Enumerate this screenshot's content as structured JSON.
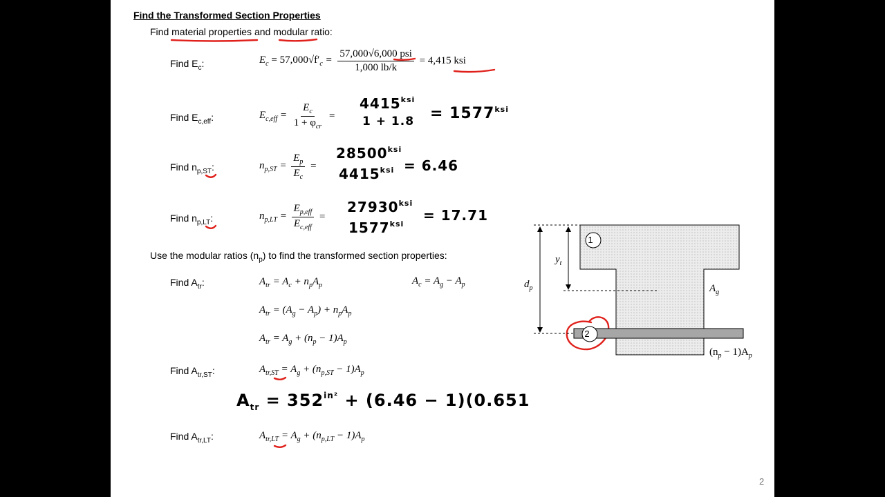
{
  "slide": {
    "title": "Find the Transformed Section Properties",
    "intro": "Find material properties and modular ratio:",
    "use_text": "Use the modular ratios (n",
    "use_text_sub": "p",
    "use_text_end": ") to find the transformed section properties:",
    "page_number": "2"
  },
  "labels": {
    "ec": "Find E",
    "ec_sub": "c",
    "eceff": "Find E",
    "eceff_sub": "c,eff",
    "npst": "Find n",
    "npst_sub": "p,ST",
    "nplt": "Find n",
    "nplt_sub": "p,LT",
    "atr": "Find A",
    "atr_sub": "tr",
    "atrst": "Find A",
    "atrst_sub": "tr,ST",
    "atrlt": "Find A",
    "atrlt_sub": "tr,LT"
  },
  "equations": {
    "ec_left": "E",
    "ec_mid": "= 57,000√f′",
    "ec_num": "57,000√6,000 psi",
    "ec_den": "1,000 lb/k",
    "ec_result": "= 4,415 ksi",
    "eceff_num": "E",
    "eceff_den": "1 + φ",
    "npst_num": "E",
    "npst_den": "E",
    "nplt_num": "E",
    "nplt_den": "E",
    "atr1": "= A",
    "atr_ac": "= A",
    "atr2": "= (A",
    "atr3": "= A",
    "atrst": "= A",
    "atrlt": "= A"
  },
  "handwriting": {
    "eceff_num": "4415",
    "eceff_num_unit": "ksi",
    "eceff_den": "1 + 1.8",
    "eceff_result": "= 1577",
    "eceff_result_unit": "ksi",
    "npst_num": "28500",
    "npst_num_unit": "ksi",
    "npst_den": "4415",
    "npst_den_unit": "ksi",
    "npst_result": "= 6.46",
    "nplt_num": "27930",
    "nplt_num_unit": "ksi",
    "nplt_den": "1577",
    "nplt_den_unit": "ksi",
    "nplt_result": "= 17.71",
    "atr_line": "A",
    "atr_line_sub": "tr",
    "atr_line_rest": "= 352",
    "atr_line_unit": "in²",
    "atr_line_end": "+ (6.46 − 1)(0.651"
  },
  "diagram": {
    "label_1": "1",
    "label_2": "2",
    "yt": "y",
    "yt_sub": "t",
    "dp": "d",
    "dp_sub": "p",
    "ag": "A",
    "ag_sub": "g",
    "np": "(n",
    "np_sub": "p",
    "np_end": "− 1)A",
    "np_end_sub": "p"
  },
  "colors": {
    "annotation_red": "#e0201b",
    "section_fill": "#ececec",
    "strand_fill": "#a6a6a6"
  }
}
